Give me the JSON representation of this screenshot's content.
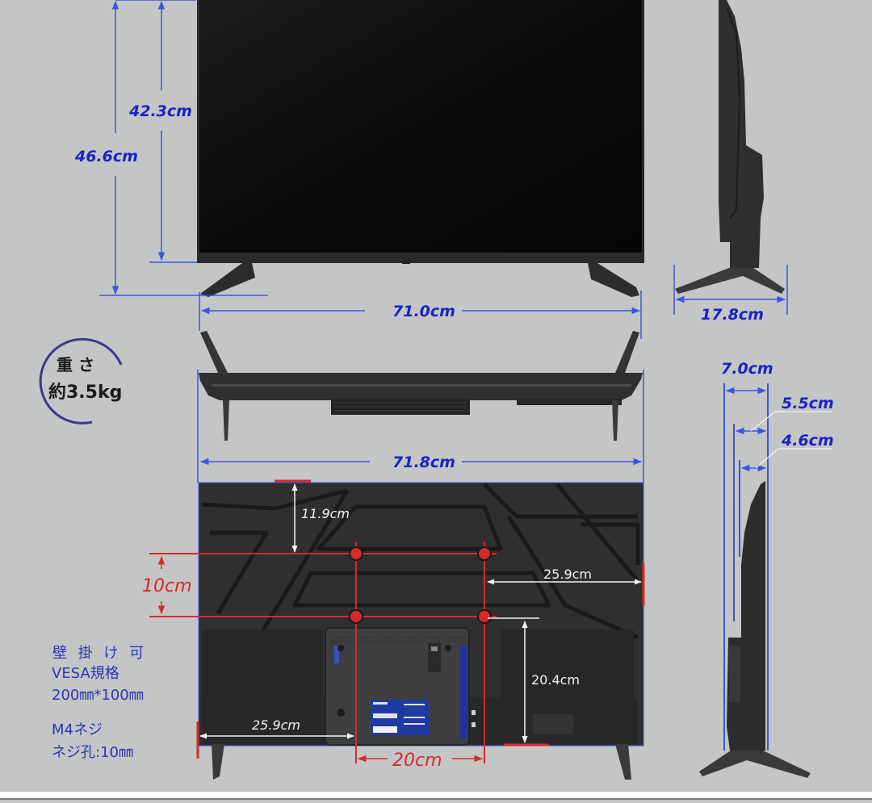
{
  "diagram": {
    "subject": "TV dimension drawing",
    "colors": {
      "background": "#c4c6c5",
      "dimension_blue": "#3b55e0",
      "dimension_label_blue": "#1a22c8",
      "vesa_red": "#d42a2a",
      "tv_body": "#2c2c2d",
      "screen": "#0a0a0a",
      "spec_text": "#2a36b4"
    },
    "front_view": {
      "height_with_stand": "46.6cm",
      "height_without_stand": "42.3cm",
      "width_stand_feet": "71.0cm"
    },
    "side_view_top": {
      "stand_depth": "17.8cm"
    },
    "top_view": {
      "overall_width": "71.8cm"
    },
    "side_view_bottom": {
      "depth_total": "7.0cm",
      "depth_mid": "5.5cm",
      "depth_thin": "4.6cm"
    },
    "weight_badge": {
      "line1": "重 さ",
      "line2": "約3.5kg"
    },
    "back_view": {
      "top_to_upper_holes": "11.9cm",
      "vesa_vertical": "10cm",
      "right_edge_to_hole": "25.9cm",
      "lower_hole_to_bottom": "20.4cm",
      "left_edge_to_hole": "25.9cm",
      "vesa_horizontal": "20cm"
    },
    "wall_mount_spec": {
      "line1": "壁 掛 け 可",
      "line2": "VESA規格",
      "line3": "200㎜*100㎜",
      "line4": "M4ネジ",
      "line5": "ネジ孔:10㎜"
    }
  }
}
